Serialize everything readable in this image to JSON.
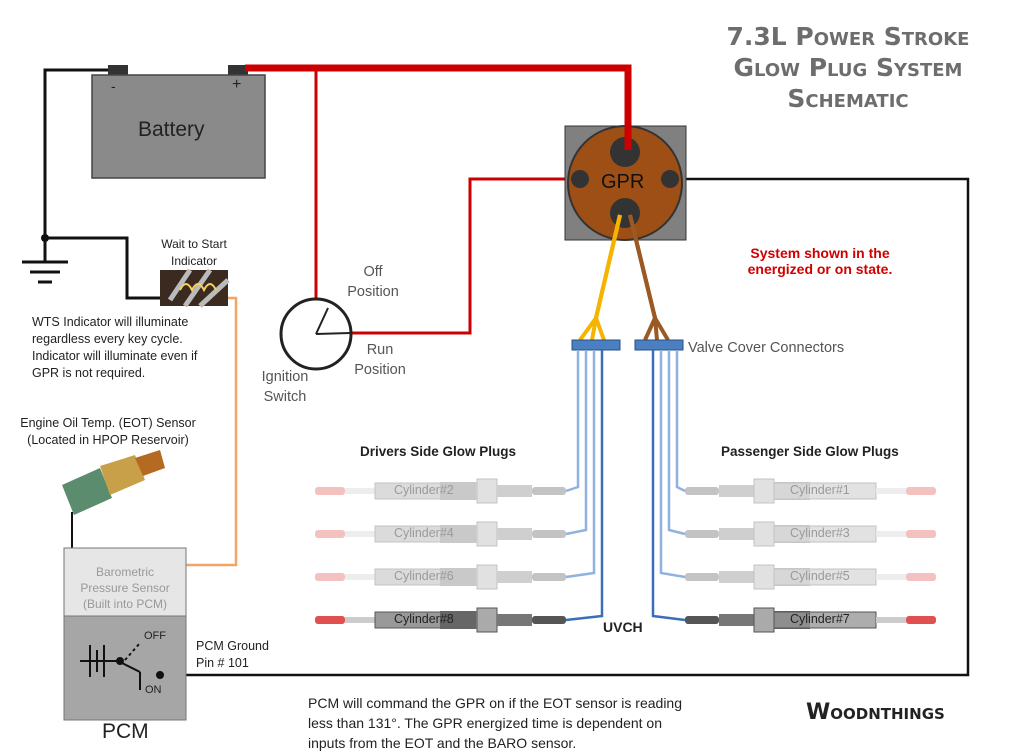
{
  "title": {
    "line1": "7.3L Power Stroke",
    "line2": "Glow Plug System",
    "line3": "Schematic"
  },
  "battery": {
    "label": "Battery",
    "neg": "-",
    "pos": "+"
  },
  "gpr": {
    "label": "GPR"
  },
  "state_note": {
    "line1": "System shown in the",
    "line2": "energized or on state."
  },
  "ignition": {
    "off_line1": "Off",
    "off_line2": "Position",
    "run_line1": "Run",
    "run_line2": "Position",
    "label_line1": "Ignition",
    "label_line2": "Switch"
  },
  "wts": {
    "label_line1": "Wait to Start",
    "label_line2": "Indicator",
    "note": [
      "WTS Indicator will illuminate",
      "regardless every key cycle.",
      "Indicator will illuminate  even if",
      "GPR is not required."
    ]
  },
  "eot": {
    "line1": "Engine Oil Temp. (EOT) Sensor",
    "line2": "(Located in HPOP Reservoir)"
  },
  "pcm": {
    "label": "PCM",
    "baro_line1": "Barometric",
    "baro_line2": "Pressure Sensor",
    "baro_line3": "(Built into PCM)",
    "off": "OFF",
    "on": "ON",
    "ground_line1": "PCM Ground",
    "ground_line2": "Pin # 101"
  },
  "connectors": {
    "label": "Valve Cover Connectors"
  },
  "drivers_side": {
    "title": "Drivers Side Glow Plugs",
    "plugs": [
      "Cylinder#2",
      "Cylinder#4",
      "Cylinder#6",
      "Cylinder#8"
    ]
  },
  "passenger_side": {
    "title": "Passenger Side Glow Plugs",
    "plugs": [
      "Cylinder#1",
      "Cylinder#3",
      "Cylinder#5",
      "Cylinder#7"
    ]
  },
  "uvch": "UVCH",
  "pcm_note": [
    "PCM will command the GPR on if the EOT sensor is reading",
    "less than 131°. The GPR energized time is dependent on",
    "inputs from the EOT and the BARO sensor."
  ],
  "brand": "Woodnthings",
  "colors": {
    "power": "#cc0000",
    "ground": "#111111",
    "gpr": "#9e4f15",
    "yellow_wire": "#f5b400",
    "brown_wire": "#9b5a23",
    "plug_wire": "#4a7fc1",
    "wts_wire": "#f4a460",
    "note_red": "#d00000"
  }
}
